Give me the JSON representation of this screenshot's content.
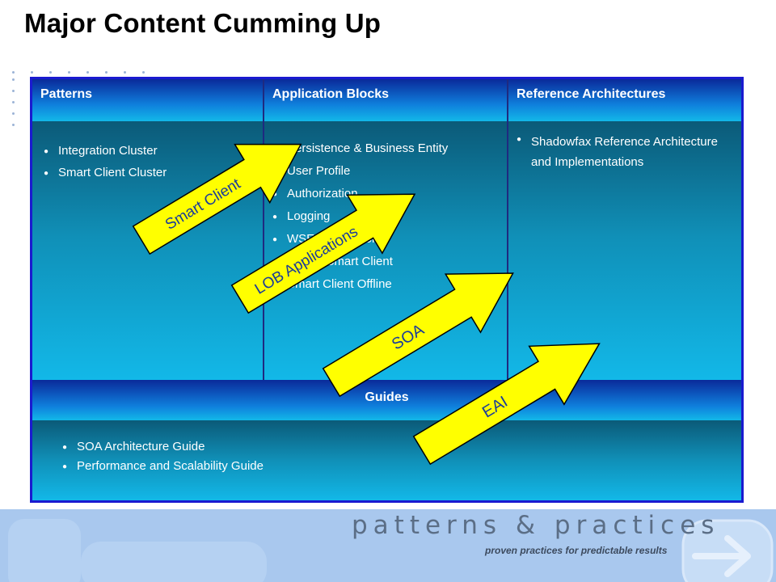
{
  "slide": {
    "title": "Major Content Cumming Up"
  },
  "columns": [
    {
      "header": "Patterns",
      "items": [
        "Integration Cluster",
        "Smart Client Cluster"
      ]
    },
    {
      "header": "Application Blocks",
      "items": [
        "Persistence & Business Entity",
        "User Profile",
        "Authorization",
        "Logging",
        "WSE Foundation",
        "Mobile Smart Client",
        "Smart Client Offline"
      ]
    },
    {
      "header": "Reference Architectures",
      "items": [
        "Shadowfax Reference Architecture and Implementations"
      ]
    }
  ],
  "guides": {
    "header": "Guides",
    "items": [
      "SOA Architecture Guide",
      "Performance and Scalability Guide"
    ]
  },
  "arrows": [
    "Smart Client",
    "LOB Applications",
    "SOA",
    "EAI"
  ],
  "footer": {
    "brand": "patterns & practices",
    "tagline": "proven practices for predictable results"
  },
  "colors": {
    "arrow_fill": "#ffff00",
    "board_border": "#1a1ad0",
    "footer_bg": "#a9c8ee"
  }
}
